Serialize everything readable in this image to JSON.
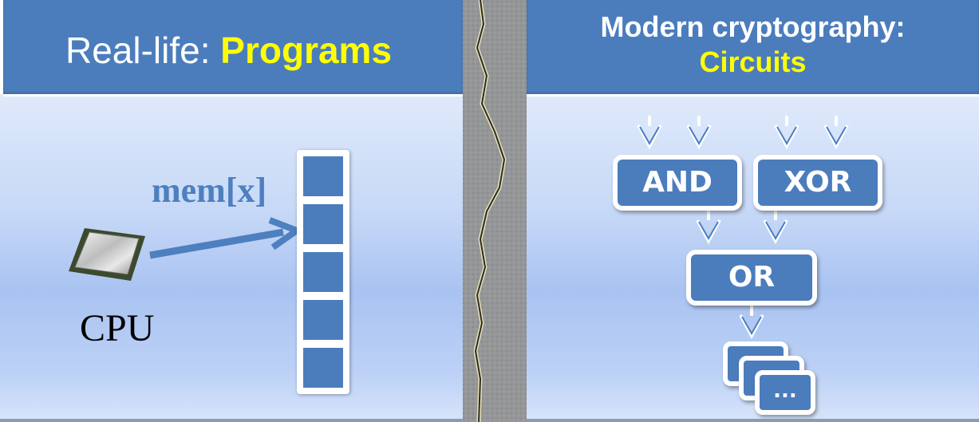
{
  "left": {
    "title_prefix": "Real-life: ",
    "title_highlight": "Programs",
    "mem_label": "mem[x]",
    "cpu_label": "CPU"
  },
  "right": {
    "title_line1": "Modern cryptography:",
    "title_line2": "Circuits",
    "gates": {
      "and": "AND",
      "xor": "XOR",
      "or": "OR"
    },
    "ellipsis": "..."
  },
  "colors": {
    "header_blue": "#4b7dbd",
    "highlight_yellow": "#ffff00",
    "label_blue": "#4e7fbe"
  }
}
